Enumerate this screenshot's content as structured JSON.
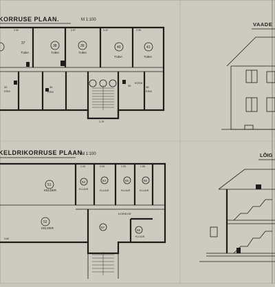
{
  "sheet": {
    "paper_color": "#c9c6bb",
    "ink_color": "#1d1d1b",
    "upper_plan": {
      "title": "KORRUSE PLAAN.",
      "scale": "M 1:100",
      "rooms": [
        {
          "num": "37",
          "name": "TUBA"
        },
        {
          "num": "38",
          "name": "TUBA"
        },
        {
          "num": "39",
          "name": "TUBA"
        },
        {
          "num": "40",
          "name": "TUBA"
        },
        {
          "num": "41",
          "name": "TUBA"
        },
        {
          "num": "33",
          "name": "ESIK"
        },
        {
          "num": "34",
          "name": "ESIK"
        },
        {
          "num": "35",
          "name": "KÖÖK"
        },
        {
          "num": "36",
          "name": "ESIK"
        }
      ],
      "dims": [
        "2.90",
        "3.57",
        "3.42",
        "2.95",
        "2.78"
      ]
    },
    "lower_plan": {
      "title": "KELDRIKORRUSE PLAAN.",
      "scale": "M 1:100",
      "rooms": [
        {
          "num": "51",
          "name": "KELDER"
        },
        {
          "num": "52",
          "name": "KELDER"
        },
        {
          "num": "53",
          "name": "KLUUS"
        },
        {
          "num": "54",
          "name": "KLUUS"
        },
        {
          "num": "55",
          "name": "KLUUS"
        },
        {
          "num": "56",
          "name": "KLUUS"
        },
        {
          "num": "57",
          "name": "KORIDOR"
        },
        {
          "num": "58",
          "name": "KLUUS"
        }
      ],
      "dims": [
        "1.43",
        "3.95",
        "1.95",
        "1.85",
        "3.60"
      ]
    },
    "elevation": {
      "title": "VAADE"
    },
    "section": {
      "title": "LÕIG"
    }
  }
}
